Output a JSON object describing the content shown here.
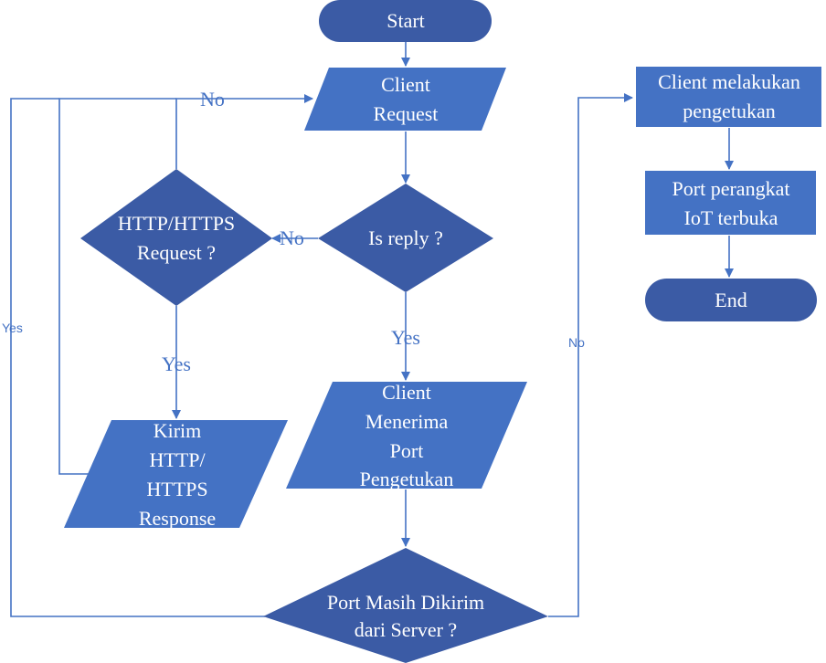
{
  "nodes": {
    "start": "Start",
    "client_request": [
      "Client",
      "Request"
    ],
    "is_reply": "Is reply ?",
    "http_request": [
      "HTTP/HTTPS",
      "Request ?"
    ],
    "kirim_response": [
      "Kirim",
      "HTTP/",
      "HTTPS",
      "Response"
    ],
    "client_menerima": [
      "Client",
      "Menerima",
      "Port",
      "Pengetukan"
    ],
    "port_masih": [
      "Port Masih Dikirim",
      "dari Server ?"
    ],
    "client_melakukan": [
      "Client melakukan",
      "pengetukan"
    ],
    "port_perangkat": [
      "Port perangkat",
      "IoT terbuka"
    ],
    "end": "End"
  },
  "edges": {
    "http_no": "No",
    "reply_no": "No",
    "reply_yes": "Yes",
    "http_yes": "Yes",
    "port_yes": "Yes",
    "port_no": "No"
  },
  "colors": {
    "terminal": "#3b5ba5",
    "process": "#4472c4",
    "decision": "#3b5ba5",
    "line": "#4472c4"
  }
}
